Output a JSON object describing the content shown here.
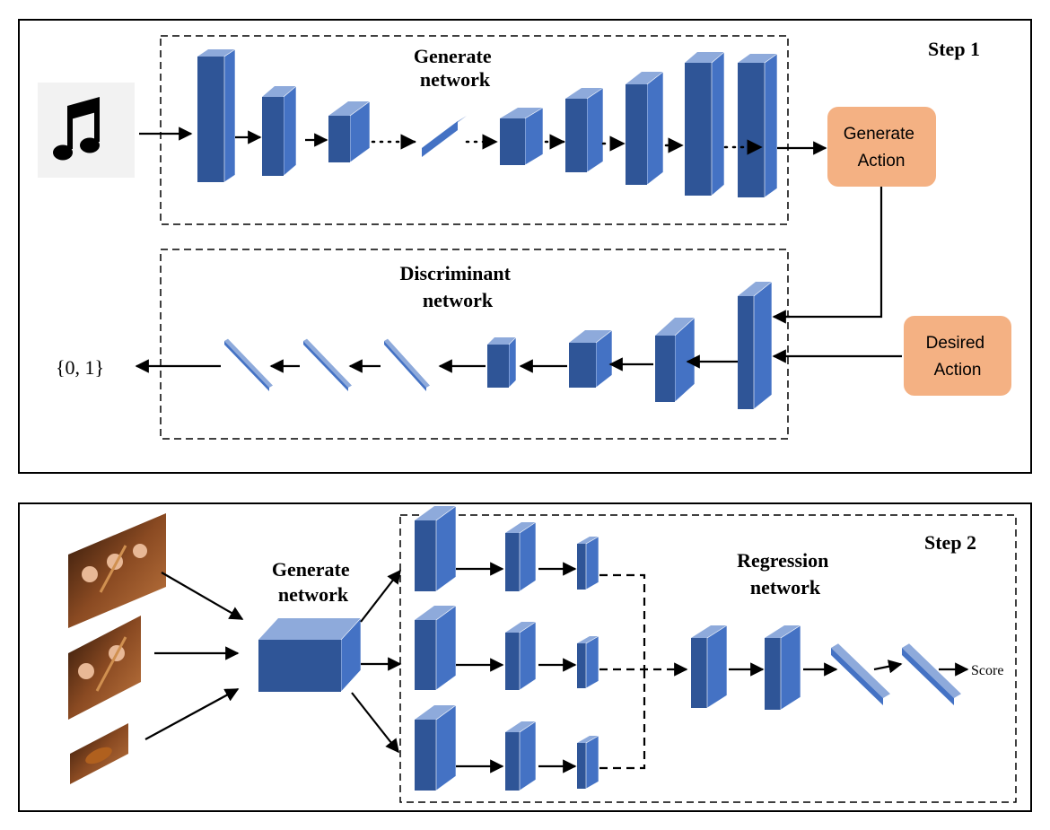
{
  "step1": {
    "step_label": "Step 1",
    "generate_network_label": [
      "Generate",
      "network"
    ],
    "discriminant_network_label": [
      "Discriminant",
      "network"
    ],
    "generate_action_label": [
      "Generate",
      "Action"
    ],
    "desired_action_label": [
      "Desired",
      "Action"
    ],
    "output_label": "{0,  1}",
    "music_icon": "music-note-icon"
  },
  "step2": {
    "step_label": "Step 2",
    "generate_network_label": [
      "Generate",
      "network"
    ],
    "regression_network_label": [
      "Regression",
      "network"
    ],
    "score_label": "Score",
    "image_icon": "violin-orchestra-photo"
  },
  "colors": {
    "block_front": "#4472c4",
    "block_top": "#8eaadb",
    "block_side": "#2f5597",
    "action_box": "#f4b183",
    "border": "#000000"
  }
}
